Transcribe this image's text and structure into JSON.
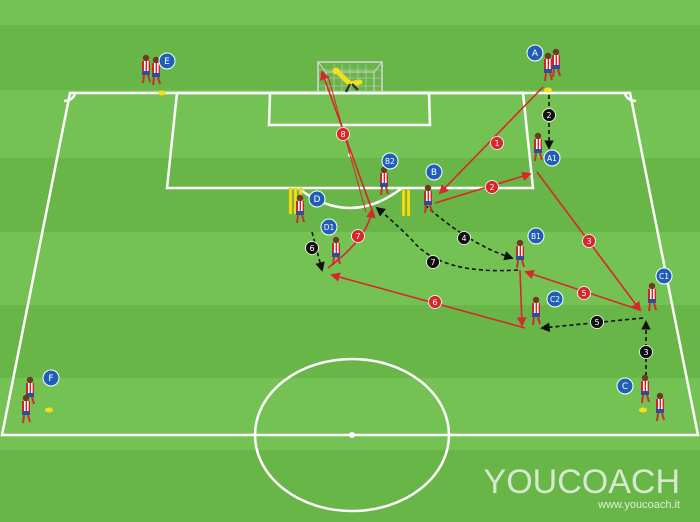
{
  "colors": {
    "grass_light": "#75c254",
    "grass_dark": "#68b548",
    "line": "#ffffff",
    "red_run": "#d9262a",
    "black_run": "#111111",
    "label_blue": "#1f5fb8",
    "kit_red": "#d6202a",
    "shorts_blue": "#2b4f9c",
    "mannequin_yellow": "#f3e01a"
  },
  "player_labels": [
    "A",
    "A1",
    "B",
    "B1",
    "B2",
    "C",
    "C1",
    "C2",
    "D",
    "D1",
    "E",
    "F"
  ],
  "step_labels": [
    "1",
    "2",
    "2",
    "3",
    "3",
    "4",
    "5",
    "5",
    "6",
    "6",
    "7",
    "7",
    "8"
  ],
  "watermark": {
    "logo": "YOUCOACH",
    "url": "www.youcoach.it"
  }
}
